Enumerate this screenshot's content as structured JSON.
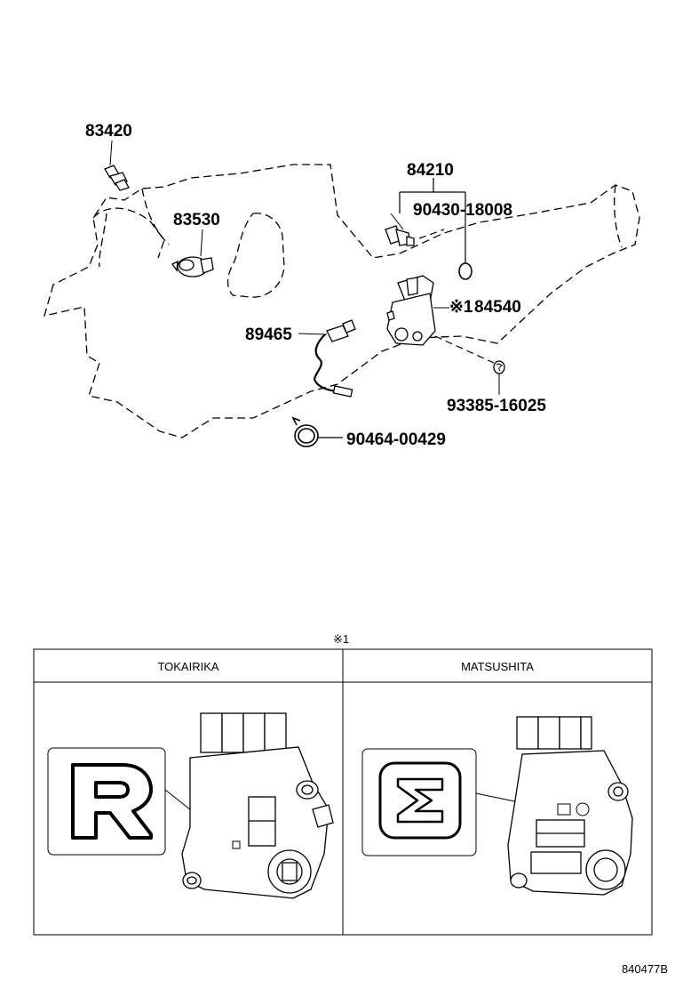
{
  "parts": {
    "p83420": "83420",
    "p83530": "83530",
    "p84210": "84210",
    "p90430": "90430-18008",
    "p84540_mark": "※1",
    "p84540": "84540",
    "p89465": "89465",
    "p93385": "93385-16025",
    "p90464": "90464-00429"
  },
  "note_ref": "※1",
  "table": {
    "col1": "TOKAIRIKA",
    "col2": "MATSUSHITA"
  },
  "diagram_id": "840477B"
}
